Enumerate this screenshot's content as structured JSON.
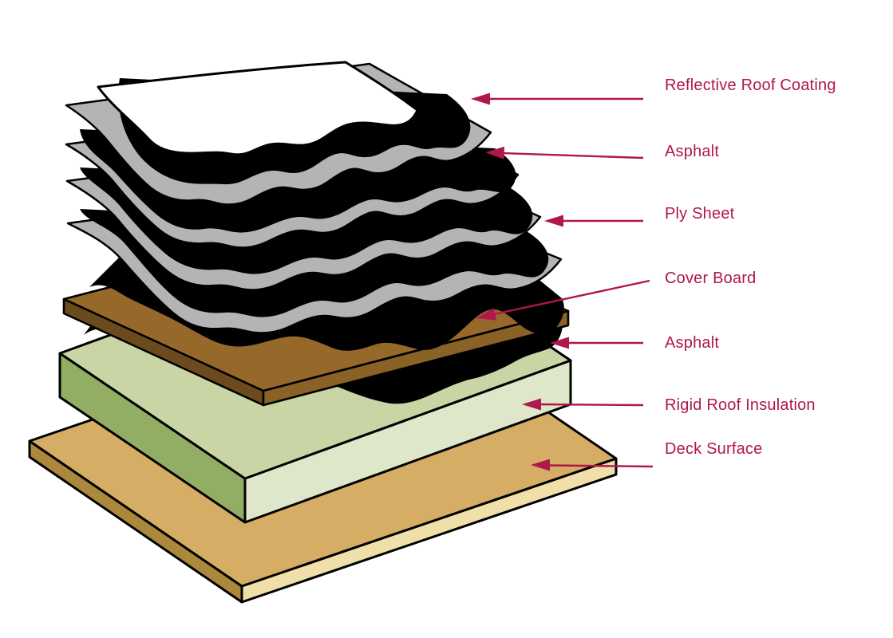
{
  "diagram": {
    "background": "#ffffff",
    "label_color": "#b0174b",
    "arrow_color": "#b0174b",
    "outline_color": "#000000",
    "ply_sheet_count": 4,
    "layers": [
      {
        "label": "Reflective Roof Coating",
        "fill": "#ffffff"
      },
      {
        "label": "Asphalt",
        "fill": "#000000"
      },
      {
        "label": "Ply Sheet",
        "fill": "#b4b4b4"
      },
      {
        "label": "Cover Board",
        "fill": "#96692b"
      },
      {
        "label": "Asphalt",
        "fill": "#000000"
      },
      {
        "label": "Rigid Roof Insulation",
        "fill": "#c9d5a5"
      },
      {
        "label": "Deck Surface",
        "fill": "#d5ad64"
      }
    ]
  }
}
